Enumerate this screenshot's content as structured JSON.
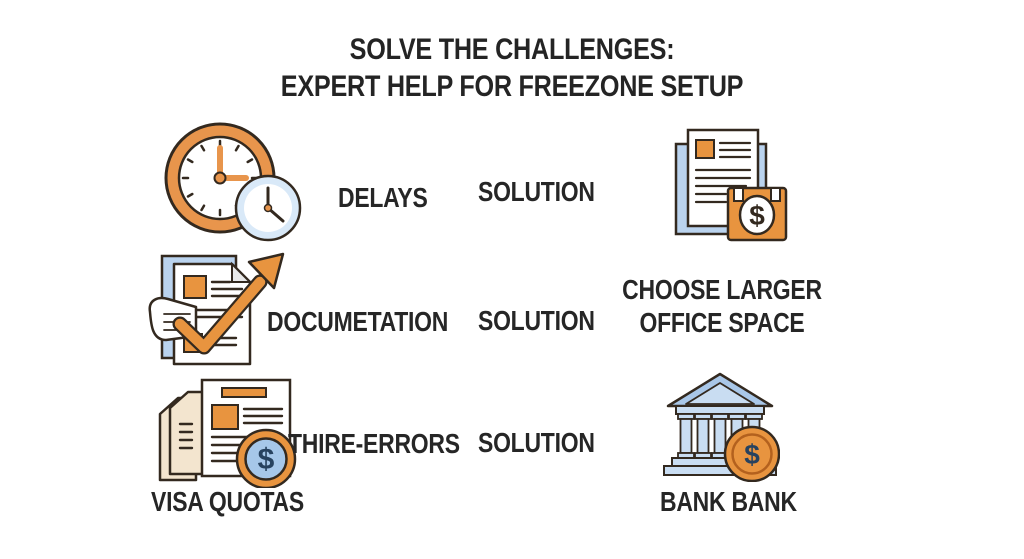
{
  "title": {
    "line1": "SOLVE THE CHALLENGES:",
    "line2": "EXPERT HELP FOR FREEZONE SETUP"
  },
  "challenges": [
    {
      "id": "delays",
      "icon": "dual-clocks-icon",
      "label": "DELAYS",
      "solution": "SOLUTION"
    },
    {
      "id": "documentation",
      "icon": "document-check-arrow-icon",
      "label": "DOCUMETATION",
      "solution": "SOLUTION"
    },
    {
      "id": "errors",
      "icon": "documents-coin-icon",
      "label": "THIRE-ERRORS",
      "solution": "SOLUTION"
    }
  ],
  "visa_caption": "VISA QUOTAS",
  "solutions": [
    {
      "id": "office",
      "icon": "document-money-icon",
      "label_line1": "CHOOSE LARGER",
      "label_line2": "OFFICE SPACE"
    },
    {
      "id": "bank",
      "icon": "bank-coin-icon",
      "label": "BANK BANK"
    }
  ],
  "colors": {
    "orange": "#E8943F",
    "outline": "#33291F",
    "page_blue": "#BAD3EE",
    "pale_blue_rim": "#D9E9F8",
    "coin_blue": "#A6C7E9",
    "beige": "#F3E5CF",
    "bank_blue": "#A9C7E8",
    "bank_blue_light": "#C9DDF2",
    "dollar_navy": "#27425F",
    "text": "#262626",
    "background": "#FFFFFF"
  }
}
